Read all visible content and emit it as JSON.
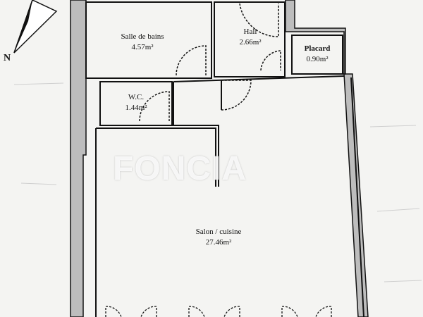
{
  "compass": {
    "north_label": "N"
  },
  "rooms": [
    {
      "name": "Salle de bains",
      "area": "4.57m²"
    },
    {
      "name": "Hall",
      "area": "2.66m²"
    },
    {
      "name": "Placard",
      "area": "0.90m²"
    },
    {
      "name": "W.C.",
      "area": "1.44m²"
    },
    {
      "name": "Salon / cuisine",
      "area": "27.46m²"
    }
  ],
  "watermark": {
    "text": "FONCIA"
  },
  "colors": {
    "wall_fill": "#bdbdbd",
    "line": "#111111",
    "background": "#f4f4f2"
  }
}
